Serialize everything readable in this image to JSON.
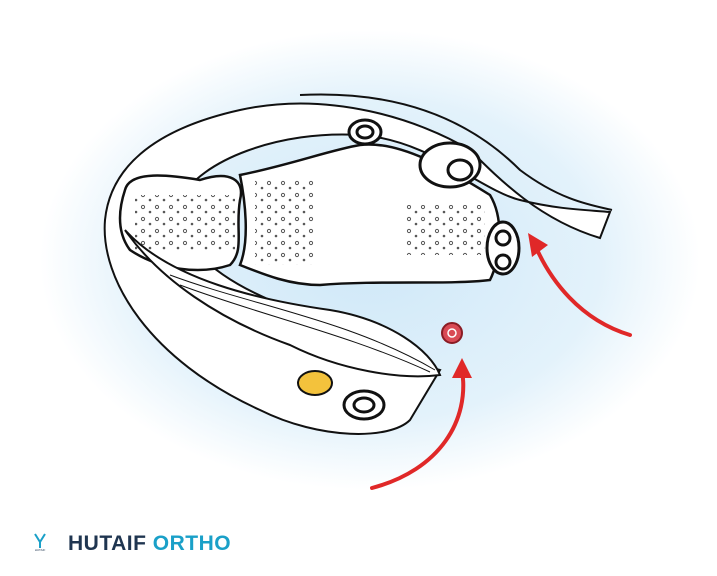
{
  "brand": {
    "name_part1": "HUTAIF",
    "name_part2": "ORTHO",
    "logo_text": "HUTAIF ORTHO"
  },
  "colors": {
    "glow": "#cfe8f8",
    "arrow": "#e02828",
    "marker": "#d94a55",
    "nodule": "#f3c23c",
    "brand_dark": "#1f3550",
    "brand_accent": "#1aa0c8"
  }
}
